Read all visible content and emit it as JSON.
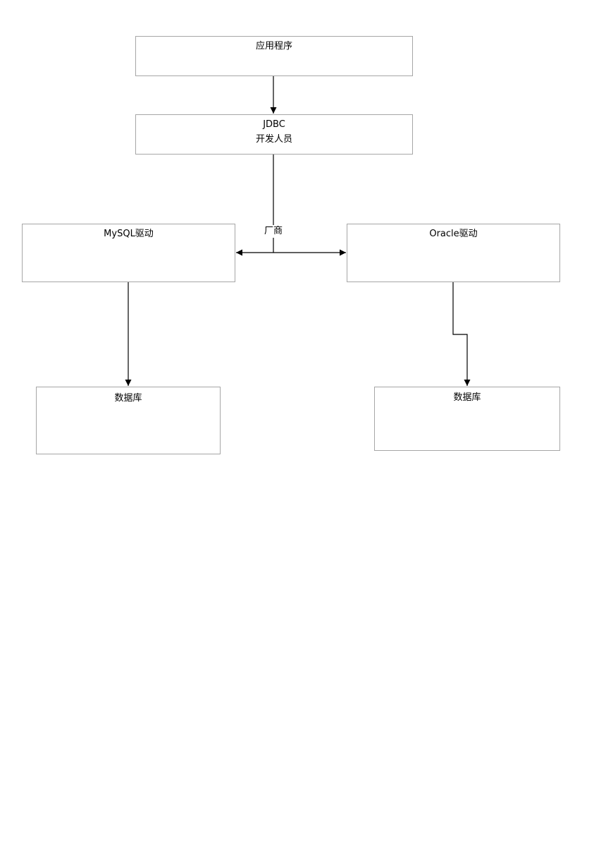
{
  "diagram": {
    "nodes": {
      "app": {
        "label": "应用程序"
      },
      "jdbc": {
        "line1": "JDBC",
        "line2": "开发人员"
      },
      "mysql": {
        "label": "MySQL驱动"
      },
      "oracle": {
        "label": "Oracle驱动"
      },
      "db_mysql": {
        "label": "数据库"
      },
      "db_oracle": {
        "label": "数据库"
      }
    },
    "edge_labels": {
      "vendor": "厂商"
    },
    "colors": {
      "border": "#a6a6a6",
      "line": "#000000",
      "background": "#ffffff"
    }
  }
}
